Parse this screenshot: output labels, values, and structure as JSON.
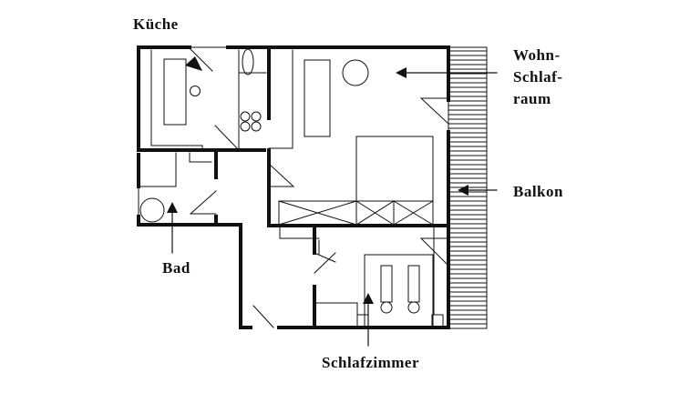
{
  "diagram": {
    "type": "floor-plan",
    "rooms": {
      "kitchen": "Küche",
      "bath": "Bad",
      "living_line1": "Wohn-",
      "living_line2": "Schlaf-",
      "living_line3": "raum",
      "balcony": "Balkon",
      "bedroom": "Schlafzimmer"
    },
    "colors": {
      "line": "#111111",
      "background": "#ffffff"
    }
  }
}
